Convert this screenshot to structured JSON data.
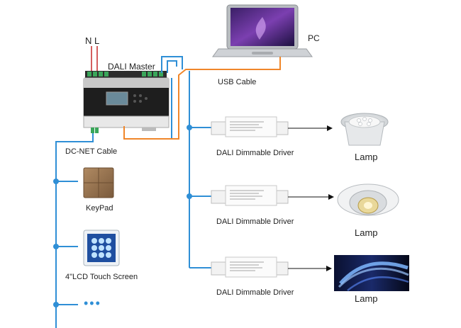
{
  "power_terminals": {
    "n": "N",
    "l": "L"
  },
  "master": {
    "label": "DALI Master"
  },
  "pc": {
    "label": "PC"
  },
  "usb": {
    "label": "USB Cable"
  },
  "dcnet": {
    "label": "DC-NET Cable"
  },
  "keypad": {
    "label": "KeyPad"
  },
  "lcd": {
    "label": "4\"LCD Touch Screen"
  },
  "more": {
    "label": "•••"
  },
  "drivers": [
    {
      "label": "DALI Dimmable Driver"
    },
    {
      "label": "DALI Dimmable Driver"
    },
    {
      "label": "DALI Dimmable Driver"
    }
  ],
  "lamps": [
    {
      "label": "Lamp"
    },
    {
      "label": "Lamp"
    },
    {
      "label": "Lamp"
    }
  ],
  "colors": {
    "dali_bus": "#2f8fd6",
    "usb_cable": "#f0862a",
    "dcnet_bus": "#2f8fd6"
  }
}
